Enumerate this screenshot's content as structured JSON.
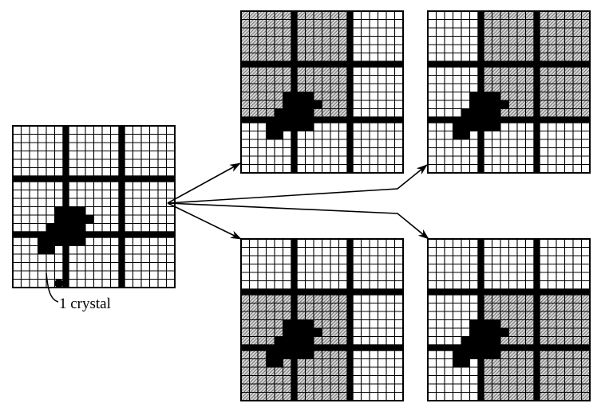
{
  "figure": {
    "label": "1 crystal",
    "grid": {
      "blocks": 3,
      "cells_per_block": 6
    },
    "cluster_cells": [
      [
        9,
        5
      ],
      [
        9,
        6
      ],
      [
        9,
        7
      ],
      [
        10,
        5
      ],
      [
        10,
        6
      ],
      [
        10,
        7
      ],
      [
        10,
        8
      ],
      [
        11,
        4
      ],
      [
        11,
        5
      ],
      [
        11,
        6
      ],
      [
        11,
        7
      ],
      [
        12,
        3
      ],
      [
        12,
        4
      ],
      [
        12,
        5
      ],
      [
        12,
        6
      ],
      [
        12,
        7
      ],
      [
        13,
        3
      ],
      [
        13,
        4
      ]
    ],
    "small_dot_cell": [
      17,
      5
    ],
    "panels": [
      {
        "id": "source",
        "shaded": []
      },
      {
        "id": "top-left",
        "shaded": [
          [
            0,
            0
          ],
          [
            0,
            1
          ],
          [
            1,
            0
          ],
          [
            1,
            1
          ]
        ]
      },
      {
        "id": "top-right",
        "shaded": [
          [
            0,
            1
          ],
          [
            0,
            2
          ],
          [
            1,
            1
          ],
          [
            1,
            2
          ]
        ]
      },
      {
        "id": "bottom-left",
        "shaded": [
          [
            1,
            0
          ],
          [
            1,
            1
          ],
          [
            2,
            0
          ],
          [
            2,
            1
          ]
        ]
      },
      {
        "id": "bottom-right",
        "shaded": [
          [
            1,
            1
          ],
          [
            1,
            2
          ],
          [
            2,
            1
          ],
          [
            2,
            2
          ]
        ]
      }
    ]
  },
  "colors": {
    "ink": "#000000",
    "paper": "#ffffff",
    "hatch": "#6e6e6e"
  }
}
